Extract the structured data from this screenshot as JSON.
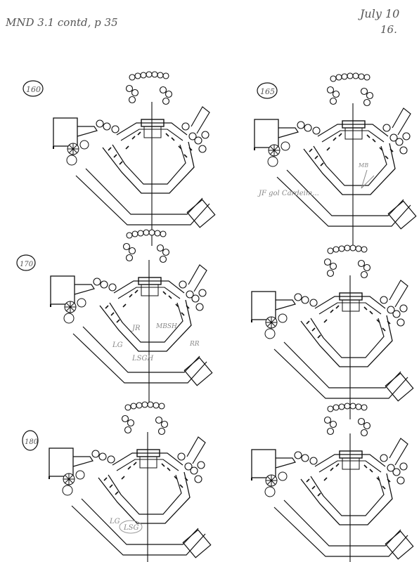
{
  "header": {
    "left_note": "MND 3.1 contd, p 35",
    "date": "July 10",
    "page_number": "16."
  },
  "panels": [
    {
      "id": "p1",
      "number": "160",
      "notes": []
    },
    {
      "id": "p2",
      "number": "165",
      "notes": [
        {
          "text": "MB"
        },
        {
          "text": "JF gol Cardeim..."
        }
      ]
    },
    {
      "id": "p3",
      "number": "170",
      "notes": [
        {
          "text": "JR"
        },
        {
          "text": "MBSH"
        },
        {
          "text": "LG"
        },
        {
          "text": "LSGH"
        },
        {
          "text": "RR"
        }
      ]
    },
    {
      "id": "p4",
      "number": "",
      "notes": []
    },
    {
      "id": "p5",
      "number": "180",
      "notes": [
        {
          "text": "LG"
        },
        {
          "text": "LSG"
        }
      ]
    },
    {
      "id": "p6",
      "number": "",
      "notes": []
    }
  ]
}
